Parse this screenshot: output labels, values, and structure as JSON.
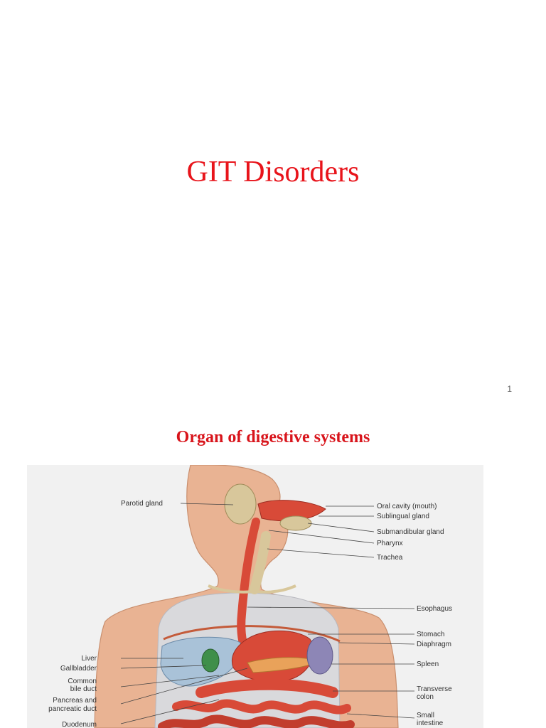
{
  "slides": [
    {
      "title": "GIT Disorders",
      "page_number": "1"
    },
    {
      "title": "Organ of digestive systems"
    }
  ],
  "figure": {
    "labels_left": {
      "parotid": "Parotid gland",
      "liver": "Liver",
      "gallbladder": "Gallbladder",
      "common_bile_1": "Common",
      "common_bile_2": "bile duct",
      "pancreas_1": "Pancreas and",
      "pancreas_2": "pancreatic duct",
      "duodenum": "Duodenum"
    },
    "labels_right": {
      "oral_cavity": "Oral cavity (mouth)",
      "sublingual": "Sublingual gland",
      "submandibular": "Submandibular gland",
      "pharynx": "Pharynx",
      "trachea": "Trachea",
      "esophagus": "Esophagus",
      "stomach": "Stomach",
      "diaphragm": "Diaphragm",
      "spleen": "Spleen",
      "transverse_1": "Transverse",
      "transverse_2": "colon",
      "small_1": "Small",
      "small_2": "intestine"
    },
    "colors": {
      "skin": "#e9b393",
      "skin_edge": "#c98f6e",
      "organ_red": "#d84a38",
      "liver": "#a9c2d8",
      "spleen": "#8d86b6",
      "gland": "#d8c79b",
      "gallbladder": "#3f8f4a"
    }
  }
}
